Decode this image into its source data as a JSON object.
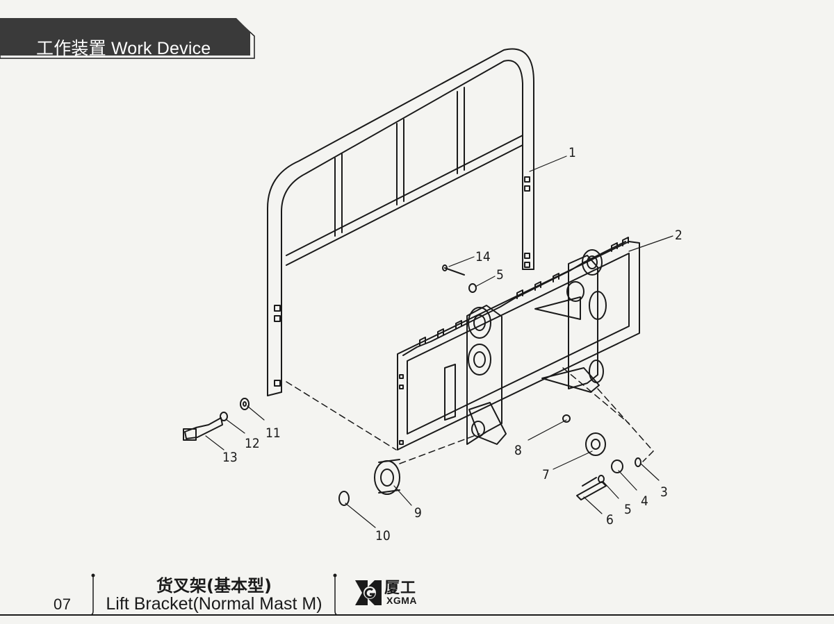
{
  "header": {
    "section_title": "工作装置 Work Device"
  },
  "callouts": [
    "1",
    "2",
    "3",
    "4",
    "5",
    "6",
    "7",
    "8",
    "9",
    "10",
    "11",
    "12",
    "13",
    "14",
    "5"
  ],
  "footer": {
    "page_number": "07",
    "title_zh": "货叉架(基本型)",
    "title_en": "Lift Bracket(Normal Mast M)",
    "brand_zh": "厦工",
    "brand_en": "XGMA"
  },
  "colors": {
    "header_bg": "#3a3a3a",
    "line": "#1a1a1a",
    "paper": "#f4f4f1"
  }
}
